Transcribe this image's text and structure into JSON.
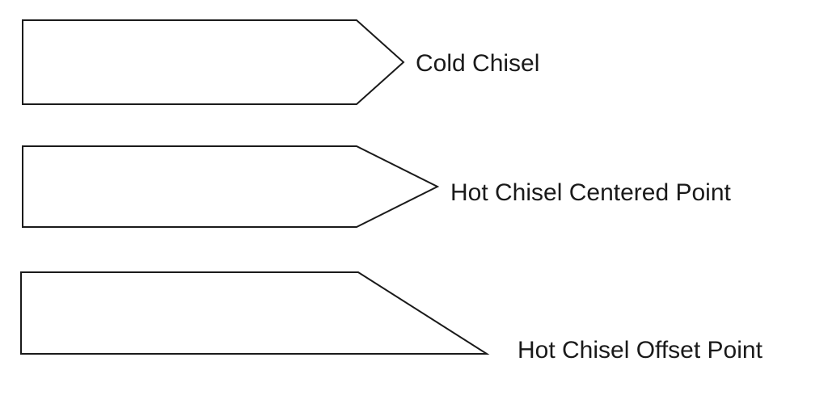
{
  "diagram": {
    "items": [
      {
        "label": "Cold Chisel",
        "shape": "cold-chisel"
      },
      {
        "label": "Hot Chisel Centered Point",
        "shape": "hot-chisel-centered-point"
      },
      {
        "label": "Hot Chisel Offset Point",
        "shape": "hot-chisel-offset-point"
      }
    ],
    "colors": {
      "stroke": "#1a1a1a",
      "text": "#1a1a1a",
      "background": "#ffffff"
    }
  }
}
